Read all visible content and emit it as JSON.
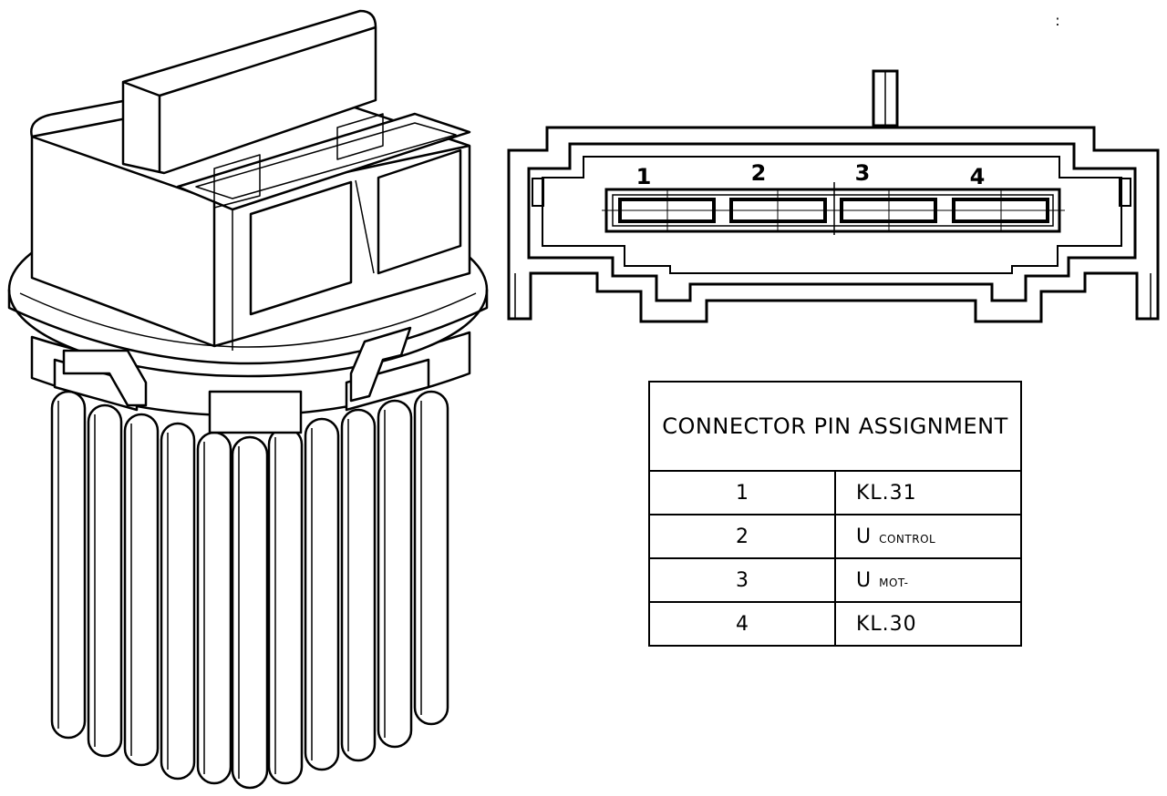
{
  "connector_pins": [
    "1",
    "2",
    "3",
    "4"
  ],
  "table": {
    "title": "CONNECTOR PIN ASSIGNMENT",
    "rows": [
      {
        "pin": "1",
        "signal": "KL.31",
        "sub": ""
      },
      {
        "pin": "2",
        "signal": "U",
        "sub": "CONTROL"
      },
      {
        "pin": "3",
        "signal": "U",
        "sub": "MOT-"
      },
      {
        "pin": "4",
        "signal": "KL.30",
        "sub": ""
      }
    ]
  },
  "corner_mark": ":"
}
